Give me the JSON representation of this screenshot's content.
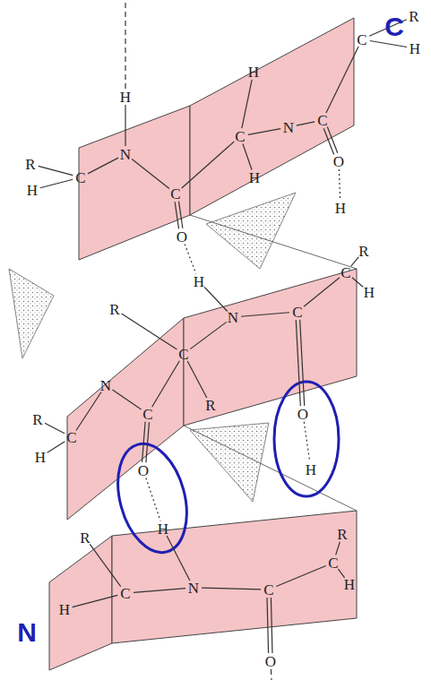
{
  "diagram": {
    "labels": [
      "C",
      "R",
      "H",
      "C",
      "H",
      "H",
      "N",
      "C",
      "C",
      "N",
      "O",
      "R",
      "C",
      "H",
      "H",
      "C",
      "H",
      "O",
      "R",
      "H",
      "H",
      "C",
      "R",
      "N",
      "C",
      "C",
      "N",
      "R",
      "C",
      "R",
      "C",
      "H",
      "O",
      "O",
      "H",
      "H",
      "R",
      "R",
      "C",
      "H",
      "C",
      "N",
      "C",
      "H",
      "N",
      "O"
    ]
  }
}
